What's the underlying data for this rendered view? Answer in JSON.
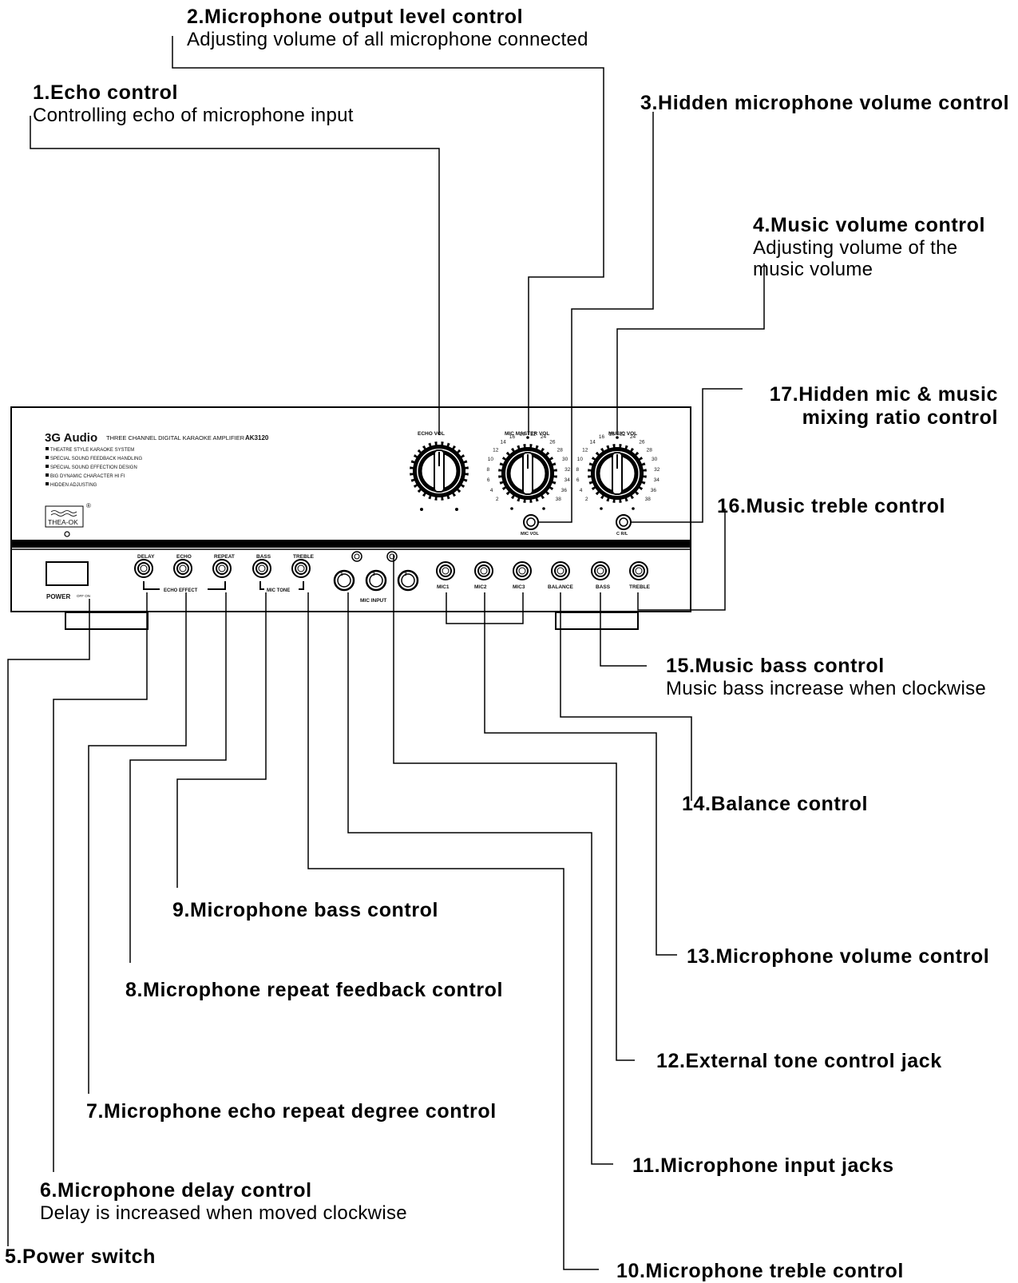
{
  "callouts": {
    "c1": {
      "title": "1.Echo control",
      "desc": "Controlling echo of microphone input"
    },
    "c2": {
      "title": "2.Microphone output level control",
      "desc": "Adjusting volume of all microphone connected"
    },
    "c3": {
      "title": "3.Hidden microphone volume control"
    },
    "c4": {
      "title": "4.Music volume control",
      "desc1": "Adjusting volume of the",
      "desc2": "music volume"
    },
    "c5": {
      "title": "5.Power switch"
    },
    "c6": {
      "title": "6.Microphone delay control",
      "desc": "Delay is increased when moved clockwise"
    },
    "c7": {
      "title": "7.Microphone echo repeat degree control"
    },
    "c8": {
      "title": "8.Microphone repeat feedback control"
    },
    "c9": {
      "title": "9.Microphone bass control"
    },
    "c10": {
      "title": "10.Microphone treble control"
    },
    "c11": {
      "title": "11.Microphone input jacks"
    },
    "c12": {
      "title": "12.External tone control jack"
    },
    "c13": {
      "title": "13.Microphone volume control"
    },
    "c14": {
      "title": "14.Balance control"
    },
    "c15": {
      "title": "15.Music bass control",
      "desc": "Music bass increase when clockwise"
    },
    "c16": {
      "title": "16.Music treble control"
    },
    "c17": {
      "title1": "17.Hidden mic & music",
      "title2": "mixing ratio control"
    }
  },
  "panel": {
    "brand": "3G Audio",
    "model_text": "THREE CHANNEL DIGITAL KARAOKE AMPLIFIER",
    "model": "AK3120",
    "features": [
      "THEATRE STYLE KARAOKE SYSTEM",
      "SPECIAL SOUND FEEDBACK HANDLING",
      "SPECIAL SOUND EFFECTION DESIGN",
      "BIG DYNAMIC CHARACTER HI FI",
      "HIDDEN ADJUSTING"
    ],
    "logo": "THEA-OK",
    "registered": "®",
    "echo_vol": "ECHO VOL",
    "mic_master_vol": "MIC MASTER VOL",
    "music_vol": "MUSIC VOL",
    "mic_vol": "MIC  VOL",
    "mix_labels": "C    R/L",
    "scale": [
      "2",
      "4",
      "6",
      "8",
      "10",
      "12",
      "14",
      "16",
      "18",
      "22",
      "24",
      "26",
      "28",
      "30",
      "32",
      "34",
      "36",
      "38"
    ],
    "power": "POWER",
    "power_off_on": "OFF ON",
    "delay": "DELAY",
    "echo": "ECHO",
    "repeat": "REPEAT",
    "bass": "BASS",
    "treble": "TREBLE",
    "echo_effect": "ECHO EFFECT",
    "mic_tone": "MIC TONE",
    "jack1": "1",
    "jack2": "2",
    "jack3": "3",
    "mic_input": "MIC INPUT",
    "mic1": "MIC1",
    "mic2": "MIC2",
    "mic3": "MIC3",
    "balance": "BALANCE",
    "bass2": "BASS",
    "treble2": "TREBLE"
  }
}
